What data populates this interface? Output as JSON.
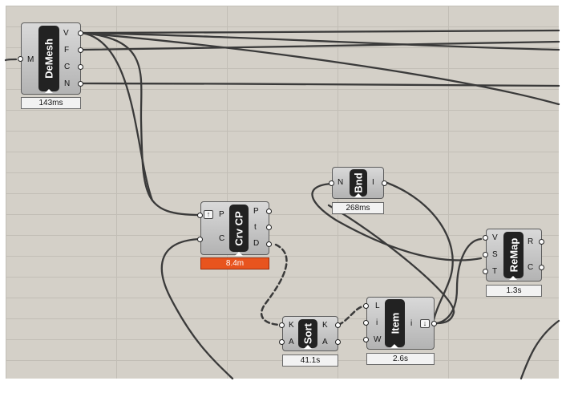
{
  "components": {
    "demesh": {
      "name": "DeMesh",
      "inputs": [
        "M"
      ],
      "outputs": [
        "V",
        "F",
        "C",
        "N"
      ],
      "time": "143ms"
    },
    "crvcp": {
      "name": "Crv CP",
      "inputs": [
        "P",
        "C"
      ],
      "outputs": [
        "P",
        "t",
        "D"
      ],
      "time": "8.4m"
    },
    "bnd": {
      "name": "Bnd",
      "inputs": [
        "N"
      ],
      "outputs": [
        "I"
      ],
      "time": "268ms"
    },
    "remap": {
      "name": "ReMap",
      "inputs": [
        "V",
        "S",
        "T"
      ],
      "outputs": [
        "R",
        "C"
      ],
      "time": "1.3s"
    },
    "sort": {
      "name": "Sort",
      "inputs": [
        "K",
        "A"
      ],
      "outputs": [
        "K",
        "A"
      ],
      "time": "41.1s"
    },
    "item": {
      "name": "Item",
      "inputs": [
        "L",
        "i",
        "W"
      ],
      "outputs": [
        "i"
      ],
      "time": "2.6s"
    }
  },
  "colors": {
    "canvas": "#d4d0c8",
    "wire": "#3a3a3a",
    "warning_badge": "#e8541e"
  },
  "icons": {
    "crvcp_flag": "arrow-up-icon",
    "item_flag": "arrow-down-icon"
  }
}
